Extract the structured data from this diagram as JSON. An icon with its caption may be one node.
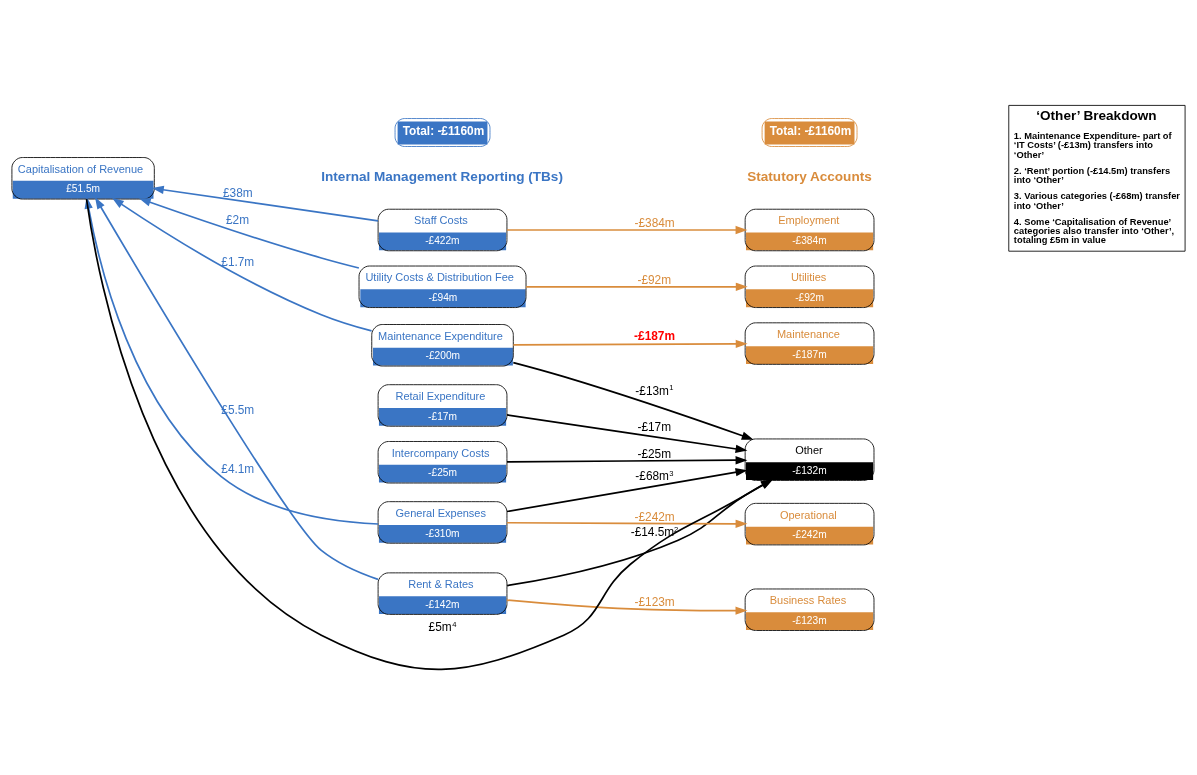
{
  "diagram": {
    "nodes": [
      {
        "text": [
          "Staff Costs",
          "-£422m"
        ]
      },
      {
        "text": [
          "Employment",
          "-£384m"
        ]
      },
      {
        "text": [
          "Utility Costs & Distribution Fee",
          "-£94m"
        ]
      },
      {
        "text": [
          "Utilities",
          "-£92m"
        ]
      },
      {
        "text": [
          "‘Other’ Breakdown",
          "1. Maintenance Expenditure- part of ‘IT Costs’ (-£13m) transfers into ‘Other’",
          "2. ‘Rent’ portion (-£14.5m) transfers into ‘Other’",
          "3. Various categories (-£68m) transfer into ‘Other’",
          "4. Some ‘Capitalisation of Revenue’ categories also transfer into ‘Other’, totaling £5m in value"
        ]
      },
      {
        "text": [
          "Maintenance Expenditure",
          "-£200m"
        ]
      },
      {
        "text": [
          "Maintenance",
          "-£187m"
        ]
      },
      {
        "text": [
          "Rent & Rates",
          "-£142m"
        ]
      },
      {
        "text": [
          "Business Rates",
          "-£123m"
        ]
      },
      {
        "text": [
          "General Expenses",
          "-£310m"
        ]
      },
      {
        "text": [
          "Operational",
          "-£242m"
        ]
      },
      {
        "text": [
          "Retail Expenditure",
          "-£17m"
        ]
      },
      {
        "text": [
          "Other",
          "-£132m"
        ]
      },
      {
        "text": [
          "Intercompany Costs",
          "-£25m"
        ]
      },
      {
        "text": [
          "Capitalisation of Revenue",
          "£51.5m"
        ]
      },
      {
        "text": [
          "Total: -£1160m"
        ]
      },
      {
        "text": [
          "Total: -£1160m"
        ]
      }
    ],
    "edges": [
      {
        "from": 0,
        "to": 1,
        "arrow": "to",
        "label": "-£384m",
        "color": "#d98c3c"
      },
      {
        "from": 0,
        "to": 14,
        "arrow": "to",
        "label": "£38m",
        "color": "#3a75c4"
      },
      {
        "from": 2,
        "to": 3,
        "arrow": "to",
        "label": "-£92m",
        "color": "#d98c3c"
      },
      {
        "from": 2,
        "to": 14,
        "arrow": "to",
        "label": "£2m",
        "color": "#3a75c4"
      },
      {
        "from": 5,
        "to": 6,
        "arrow": "to",
        "label": "-£187m",
        "color": "#d98c3c"
      },
      {
        "from": 5,
        "to": 12,
        "arrow": "to",
        "label": "-£13m$^{1}$",
        "color": "#000000"
      },
      {
        "from": 5,
        "to": 14,
        "arrow": "to",
        "label": "£1.7m",
        "color": "#3a75c4"
      },
      {
        "from": 7,
        "to": 8,
        "arrow": "to",
        "label": "-£123m",
        "color": "#d98c3c"
      },
      {
        "from": 7,
        "to": 12,
        "arrow": "to",
        "label": "-£14.5m$^{2}$",
        "color": "#000000"
      },
      {
        "from": 7,
        "to": 14,
        "arrow": "to",
        "label": "£5.5m",
        "color": "#3a75c4"
      },
      {
        "from": 9,
        "to": 10,
        "arrow": "to",
        "label": "-£242m",
        "color": "#d98c3c"
      },
      {
        "from": 9,
        "to": 12,
        "arrow": "to",
        "label": "-£68m$^{3}$",
        "color": "#000000"
      },
      {
        "from": 9,
        "to": 14,
        "arrow": "to",
        "label": "£4.1m",
        "color": "#3a75c4"
      },
      {
        "from": 11,
        "to": 12,
        "arrow": "to",
        "label": "-£17m",
        "color": "#000000"
      },
      {
        "from": 13,
        "to": 12,
        "arrow": "to",
        "label": "-£25m",
        "color": "#000000"
      },
      {
        "from": 14,
        "to": 12,
        "arrow": "to",
        "label": "£5m$^{4}$",
        "color": "#000000"
      }
    ],
    "labels": [
      "Internal Management Reporting (TBs)",
      "Statutory Accounts"
    ]
  }
}
